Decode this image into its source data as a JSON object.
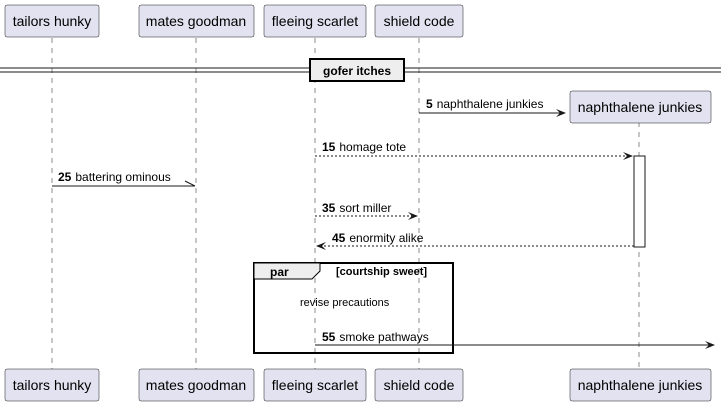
{
  "participants": [
    {
      "id": "p1",
      "label": "tailors hunky"
    },
    {
      "id": "p2",
      "label": "mates goodman"
    },
    {
      "id": "p3",
      "label": "fleeing scarlet"
    },
    {
      "id": "p4",
      "label": "shield code"
    },
    {
      "id": "p5",
      "label": "naphthalene junkies"
    }
  ],
  "divider": {
    "label": "gofer itches"
  },
  "messages": [
    {
      "num": "5",
      "text": "naphthalene junkies",
      "style": "solid"
    },
    {
      "num": "15",
      "text": "homage tote",
      "style": "dashed"
    },
    {
      "num": "25",
      "text": "battering ominous",
      "style": "solid"
    },
    {
      "num": "35",
      "text": "sort miller",
      "style": "dashed"
    },
    {
      "num": "45",
      "text": "enormity alike",
      "style": "dashed"
    },
    {
      "num": "55",
      "text": "smoke pathways",
      "style": "solid"
    }
  ],
  "fragment": {
    "operator": "par",
    "condition": "[courtship sweet]",
    "note": "revise precautions"
  },
  "colors": {
    "participant_fill": "#e2e2f0",
    "line": "#181818",
    "activation_fill": "#ffffff"
  }
}
